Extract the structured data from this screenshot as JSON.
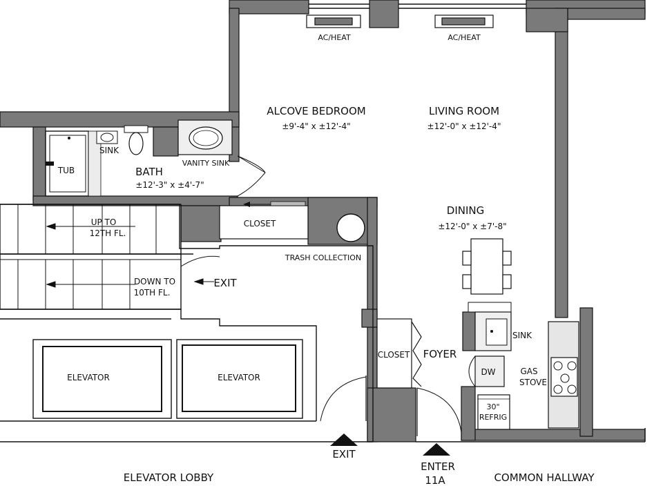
{
  "rooms": {
    "alcove_bedroom": {
      "name": "ALCOVE BEDROOM",
      "dim": "±9'-4\" x ±12'-4\""
    },
    "living_room": {
      "name": "LIVING ROOM",
      "dim": "±12'-0\" x ±12'-4\""
    },
    "dining": {
      "name": "DINING",
      "dim": "±12'-0\" x ±7'-8\""
    },
    "bath": {
      "name": "BATH",
      "dim": "±12'-3\" x ±4'-7\""
    },
    "foyer": {
      "name": "FOYER"
    }
  },
  "fixtures": {
    "ac_heat_left": "AC/HEAT",
    "ac_heat_right": "AC/HEAT",
    "tub": "TUB",
    "sink_bath": "SINK",
    "vanity_sink": "VANITY SINK",
    "closet_hall": "CLOSET",
    "closet_foyer": "CLOSET",
    "trash": "TRASH COLLECTION",
    "kitchen_sink": "SINK",
    "dw": "DW",
    "gas": "GAS",
    "stove": "STOVE",
    "refrig_size": "30\"",
    "refrig": "REFRIG"
  },
  "stairs": {
    "up_line1": "UP TO",
    "up_line2": "12TH FL.",
    "down_line1": "DOWN TO",
    "down_line2": "10TH FL."
  },
  "elevators": {
    "left": "ELEVATOR",
    "right": "ELEVATOR"
  },
  "exits": {
    "stair_exit": "EXIT",
    "lobby_exit": "EXIT",
    "enter_line1": "ENTER",
    "enter_line2": "11A"
  },
  "areas": {
    "elevator_lobby": "ELEVATOR LOBBY",
    "common_hallway": "COMMON HALLWAY"
  },
  "colors": {
    "wall": "#7a7a7a",
    "line": "#111111",
    "background": "#ffffff"
  }
}
